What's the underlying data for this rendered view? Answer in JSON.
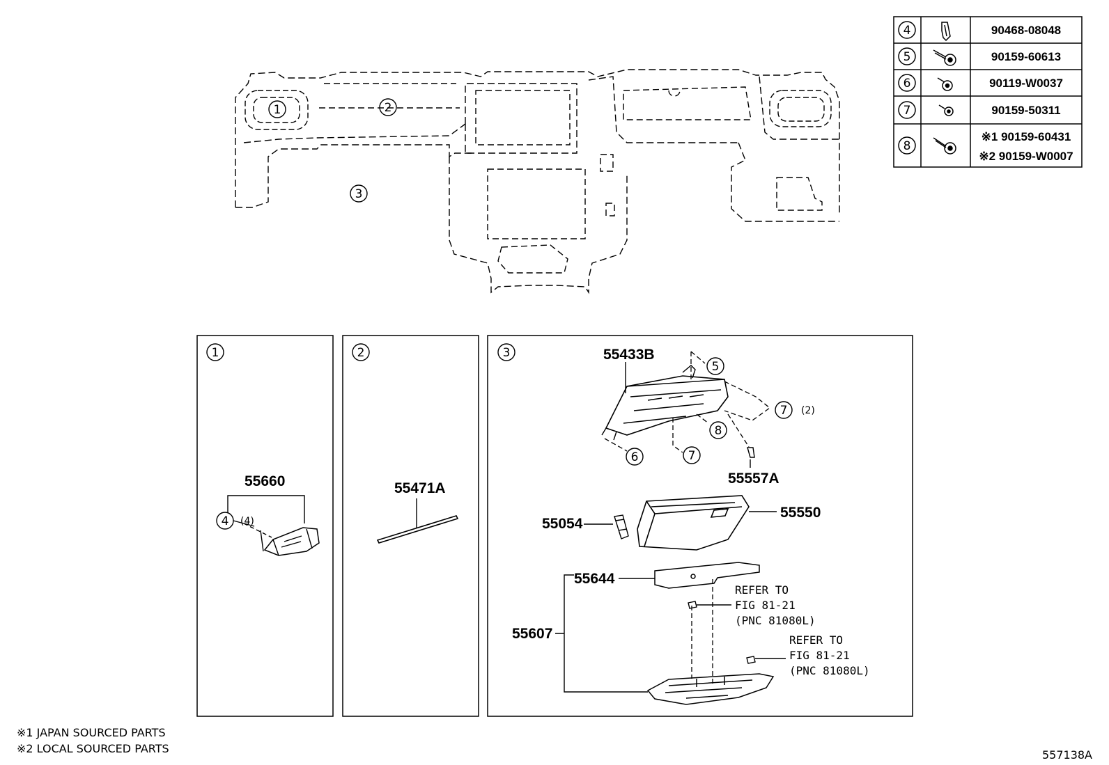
{
  "fastener_table": {
    "rows": [
      {
        "num": "4",
        "parts": [
          "90468-08048"
        ]
      },
      {
        "num": "5",
        "parts": [
          "90159-60613"
        ]
      },
      {
        "num": "6",
        "parts": [
          "90119-W0037"
        ]
      },
      {
        "num": "7",
        "parts": [
          "90159-50311"
        ]
      },
      {
        "num": "8",
        "parts": [
          "※1 90159-60431",
          "※2 90159-W0007"
        ]
      }
    ]
  },
  "overview": {
    "callouts": [
      "1",
      "2",
      "3"
    ]
  },
  "panels": [
    {
      "num": "1",
      "labels": {
        "part": "55660",
        "callout": "4",
        "qty": "(4)"
      }
    },
    {
      "num": "2",
      "labels": {
        "part": "55471A"
      }
    },
    {
      "num": "3",
      "labels": {
        "bracket": "55433B",
        "c5": "5",
        "c7a": "7",
        "qty7": "(2)",
        "c8": "8",
        "c6": "6",
        "c7b": "7",
        "cushion": "55557A",
        "box": "55550",
        "damper": "55054",
        "plate": "55644",
        "door": "55607",
        "ref1": [
          "REFER TO",
          "FIG 81-21",
          "(PNC 81080L)"
        ],
        "ref2": [
          "REFER TO",
          "FIG 81-21",
          "(PNC 81080L)"
        ]
      }
    }
  ],
  "notes": [
    "※1 JAPAN SOURCED PARTS",
    "※2 LOCAL SOURCED PARTS"
  ],
  "figure_id": "557138A"
}
